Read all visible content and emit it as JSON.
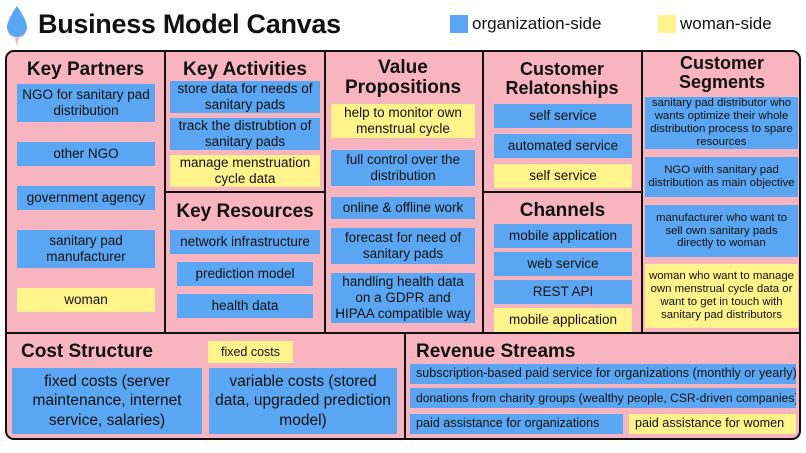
{
  "header": {
    "title": "Business Model Canvas",
    "legend": [
      {
        "label": "organization-side",
        "color": "#5ba6f3"
      },
      {
        "label": "woman-side",
        "color": "#fff48c"
      }
    ],
    "logo_icon": "blood-drop-icon"
  },
  "colors": {
    "background": "#f8b4bf",
    "organization": "#5ba6f3",
    "woman": "#fff48c"
  },
  "sections": {
    "key_partners": {
      "title": "Key Partners",
      "items": [
        {
          "text": "NGO for sanitary pad distribution",
          "side": "organization"
        },
        {
          "text": "other NGO",
          "side": "organization"
        },
        {
          "text": "government agency",
          "side": "organization"
        },
        {
          "text": "sanitary pad manufacturer",
          "side": "organization"
        },
        {
          "text": "woman",
          "side": "woman"
        }
      ]
    },
    "key_activities": {
      "title": "Key Activities",
      "items": [
        {
          "text": "store data for needs of sanitary pads",
          "side": "organization"
        },
        {
          "text": "track the distrubtion of sanitary pads",
          "side": "organization"
        },
        {
          "text": "manage menstruation cycle data",
          "side": "woman"
        }
      ]
    },
    "key_resources": {
      "title": "Key Resources",
      "items": [
        {
          "text": "network infrastructure",
          "side": "organization"
        },
        {
          "text": "prediction model",
          "side": "organization"
        },
        {
          "text": "health data",
          "side": "organization"
        }
      ]
    },
    "value_propositions": {
      "title": "Value Propositions",
      "items": [
        {
          "text": "help to monitor own menstrual cycle",
          "side": "woman"
        },
        {
          "text": "full control over the distribution",
          "side": "organization"
        },
        {
          "text": "online & offline work",
          "side": "organization"
        },
        {
          "text": "forecast for need of sanitary pads",
          "side": "organization"
        },
        {
          "text": "handling health data on a GDPR and HIPAA compatible way",
          "side": "organization"
        }
      ]
    },
    "customer_relationships": {
      "title": "Customer Relatonships",
      "items": [
        {
          "text": "self service",
          "side": "organization"
        },
        {
          "text": "automated service",
          "side": "organization"
        },
        {
          "text": "self service",
          "side": "woman"
        }
      ]
    },
    "channels": {
      "title": "Channels",
      "items": [
        {
          "text": "mobile application",
          "side": "organization"
        },
        {
          "text": "web service",
          "side": "organization"
        },
        {
          "text": "REST API",
          "side": "organization"
        },
        {
          "text": "mobile application",
          "side": "woman"
        }
      ]
    },
    "customer_segments": {
      "title": "Customer Segments",
      "items": [
        {
          "text": "sanitary pad distributor who wants optimize their whole distribution process to spare resources",
          "side": "organization"
        },
        {
          "text": "NGO with sanitary pad distribution as main objective",
          "side": "organization"
        },
        {
          "text": "manufacturer who want to sell own sanitary pads directly to woman",
          "side": "organization"
        },
        {
          "text": "woman who want to manage own menstrual cycle data or want to get in touch with sanitary pad distributors",
          "side": "woman"
        }
      ]
    },
    "cost_structure": {
      "title": "Cost Structure",
      "badge": {
        "text": "fixed costs",
        "side": "woman"
      },
      "items": [
        {
          "text": "fixed costs (server maintenance, internet service, salaries)",
          "side": "organization"
        },
        {
          "text": "variable costs (stored data, upgraded prediction model)",
          "side": "organization"
        }
      ]
    },
    "revenue_streams": {
      "title": "Revenue Streams",
      "items": [
        {
          "text": "subscription-based paid service for organizations (monthly or yearly)",
          "side": "organization"
        },
        {
          "text": "donations from charity groups (wealthy people, CSR-driven companies)",
          "side": "organization"
        },
        {
          "text": "paid assistance for organizations",
          "side": "organization"
        },
        {
          "text": "paid assistance for women",
          "side": "woman"
        }
      ]
    }
  }
}
